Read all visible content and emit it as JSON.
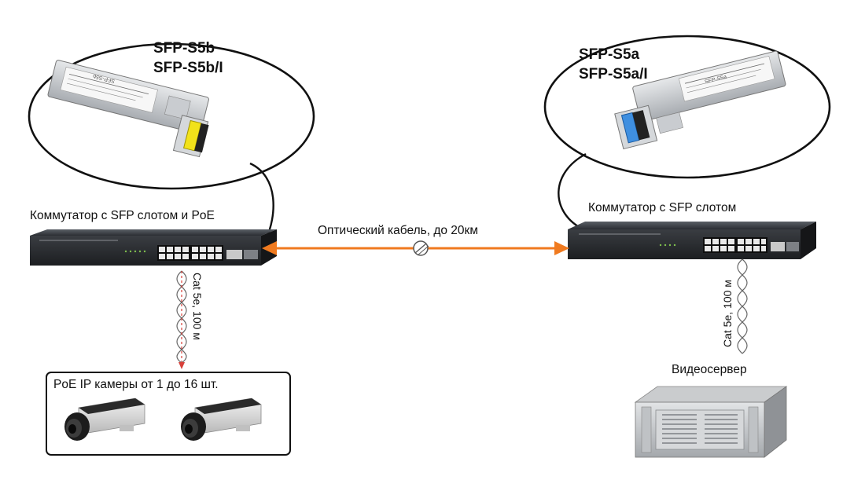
{
  "left_module": {
    "model_line1": "SFP-S5b",
    "model_line2": "SFP-S5b/I",
    "label_text": "SFP-S5b",
    "connector_color": "#f2e21a"
  },
  "right_module": {
    "model_line1": "SFP-S5a",
    "model_line2": "SFP-S5a/I",
    "label_text": "SFP-S5a",
    "connector_color": "#3f8fe0"
  },
  "left_switch_label": "Коммутатор с SFP слотом и PoE",
  "right_switch_label": "Коммутатор с SFP слотом",
  "fiber_label": "Оптический кабель, до 20км",
  "left_cable_label": "Cat 5e, 100 м",
  "right_cable_label": "Cat 5e, 100 м",
  "cameras_label": "PoE IP камеры от 1 до 16 шт.",
  "server_label": "Видеосервер",
  "arrow_color": "#f07a1f",
  "dashed_line_color": "#d8403a"
}
